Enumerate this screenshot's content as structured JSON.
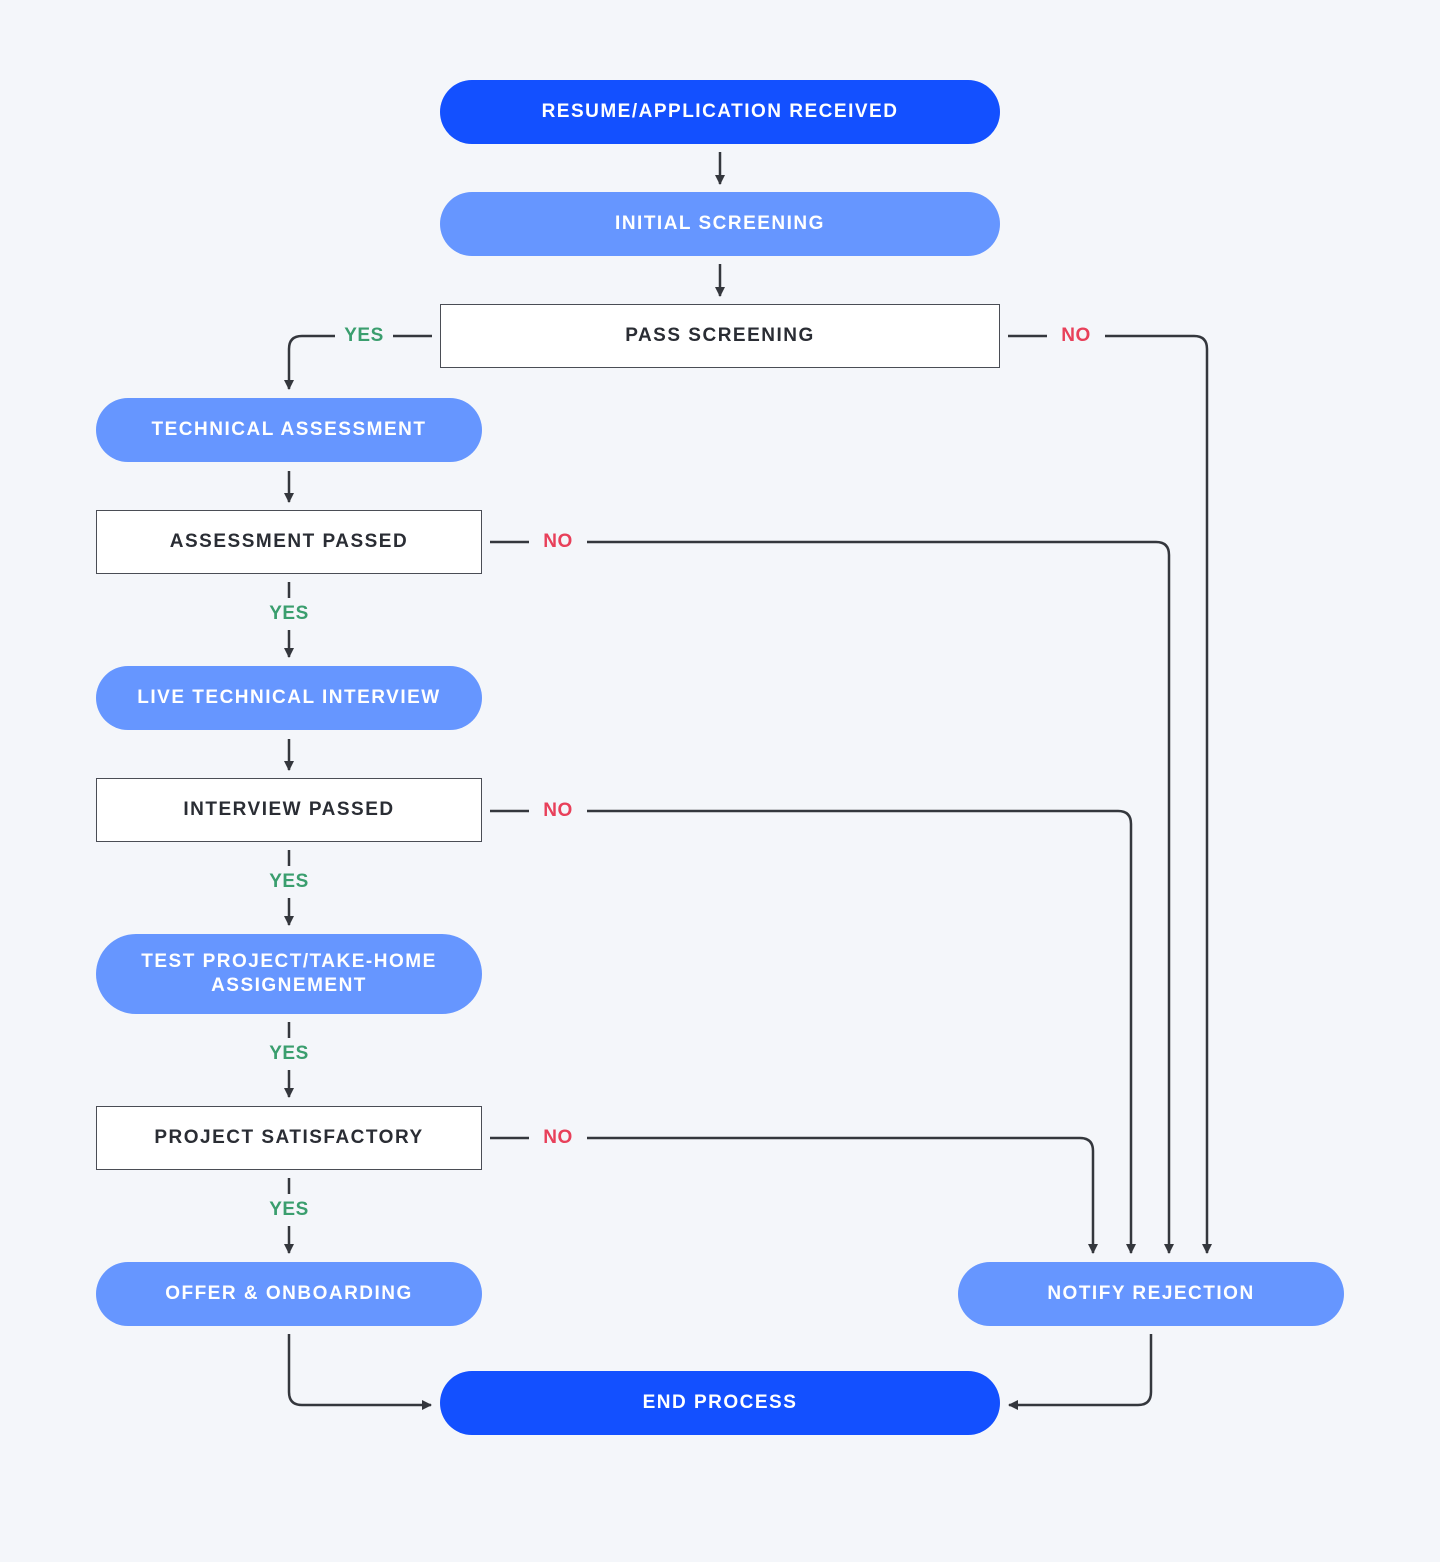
{
  "colors": {
    "background": "#f4f6fa",
    "primary": "#1350ff",
    "secondary": "#6696ff",
    "decision_fill": "#ffffff",
    "decision_border": "#4a4d55",
    "connector": "#34373d",
    "yes": "#3a9e6e",
    "no": "#e8405a"
  },
  "nodes": {
    "received": "RESUME/APPLICATION RECEIVED",
    "initial_screening": "INITIAL SCREENING",
    "pass_screening": "PASS SCREENING",
    "technical_assessment": "TECHNICAL ASSESSMENT",
    "assessment_passed": "ASSESSMENT PASSED",
    "live_interview": "LIVE TECHNICAL INTERVIEW",
    "interview_passed": "INTERVIEW PASSED",
    "test_project": "TEST PROJECT/TAKE-HOME\nASSIGNEMENT",
    "project_satisfactory": "PROJECT SATISFACTORY",
    "offer": "OFFER & ONBOARDING",
    "notify_rejection": "NOTIFY REJECTION",
    "end": "END PROCESS"
  },
  "labels": {
    "screening_yes": "YES",
    "screening_no": "NO",
    "assessment_yes": "YES",
    "assessment_no": "NO",
    "interview_yes": "YES",
    "interview_no": "NO",
    "project_yes": "YES",
    "project_no": "NO"
  }
}
